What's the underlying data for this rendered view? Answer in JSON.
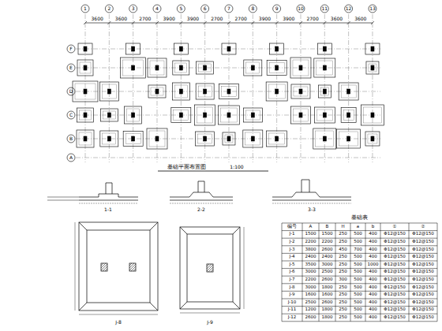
{
  "diagram": {
    "labels": [
      "基础平面布置图",
      "1:100",
      "1",
      "2",
      "3",
      "4",
      "5",
      "6",
      "7",
      "8",
      "9",
      "10",
      "11",
      "12",
      "13",
      "3600",
      "3600",
      "2700",
      "3900",
      "3900",
      "2700",
      "2700",
      "3900",
      "3900",
      "2700",
      "3600",
      "3600",
      "A",
      "B",
      "C",
      "D",
      "E",
      "F",
      "1-1",
      "2-2",
      "3-3",
      "J-8",
      "J-9",
      "基础表",
      "编号",
      "A",
      "B",
      "H",
      "a",
      "b",
      "①",
      "②",
      "J-1",
      "1500",
      "1500",
      "250",
      "500",
      "400",
      "Φ12@150",
      "Φ12@150",
      "J-2",
      "2200",
      "2200",
      "250",
      "500",
      "400",
      "Φ12@150",
      "Φ12@150",
      "J-3",
      "3800",
      "2600",
      "450",
      "700",
      "400",
      "Φ12@150",
      "Φ12@150",
      "J-4",
      "2400",
      "2400",
      "250",
      "500",
      "400",
      "Φ12@150",
      "Φ12@150",
      "J-5",
      "3500",
      "3000",
      "250",
      "500",
      "1000",
      "Φ12@150",
      "Φ12@150",
      "J-6",
      "3000",
      "2500",
      "250",
      "500",
      "400",
      "Φ12@150",
      "Φ12@150",
      "J-7",
      "2200",
      "2600",
      "300",
      "500",
      "400",
      "Φ12@150",
      "Φ12@150",
      "J-8",
      "3000",
      "1800",
      "250",
      "500",
      "400",
      "Φ12@150",
      "Φ12@150",
      "J-9",
      "1600",
      "1600",
      "250",
      "500",
      "400",
      "Φ12@150",
      "Φ12@150",
      "J-10",
      "2500",
      "2600",
      "250",
      "500",
      "400",
      "Φ12@150",
      "Φ12@150",
      "J-11",
      "1200",
      "1800",
      "250",
      "500",
      "400",
      "Φ12@150",
      "Φ12@150",
      "J-12",
      "2600",
      "1800",
      "250",
      "500",
      "400",
      "Φ12@150",
      "Φ12@150"
    ]
  }
}
